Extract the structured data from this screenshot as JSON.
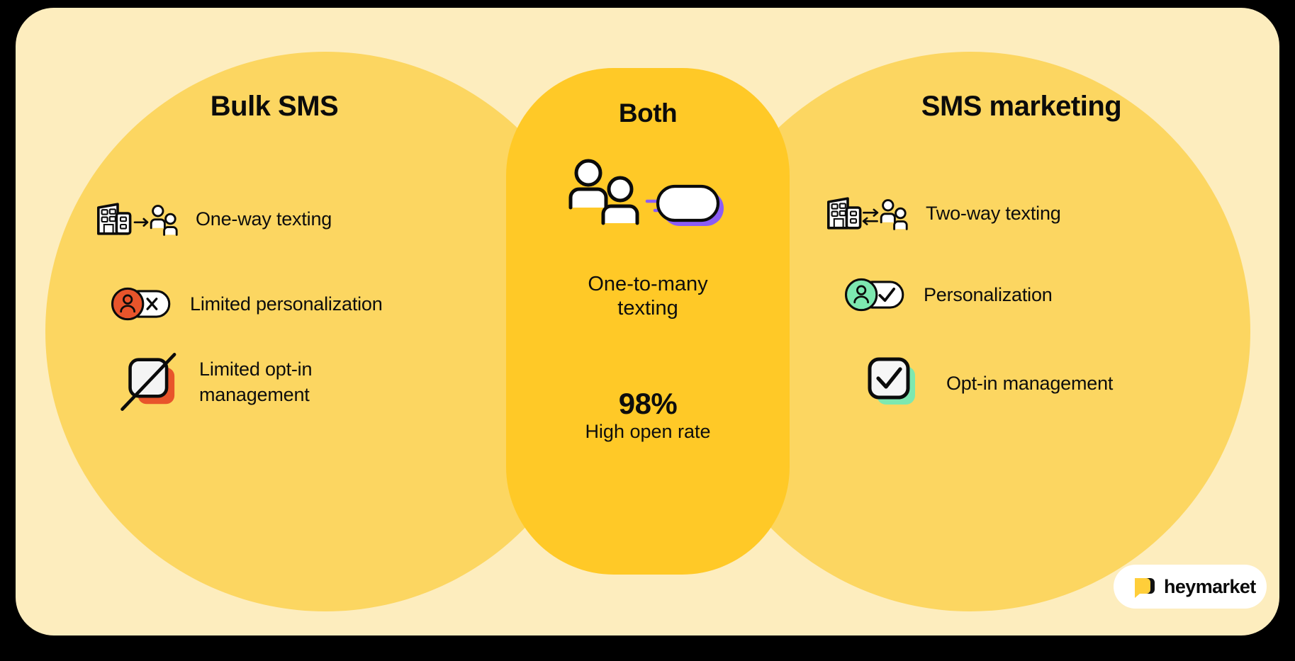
{
  "canvas": {
    "background": "#000000",
    "card_background": "#FDEDBE",
    "circle_color": "#FCD661",
    "center_color": "#FFC927"
  },
  "columns": {
    "left": {
      "title": "Bulk SMS",
      "features": [
        {
          "label": "One-way texting",
          "icon": "building-one-way-arrow-people-icon"
        },
        {
          "label": "Limited personalization",
          "icon": "toggle-off-person-x-icon"
        },
        {
          "label": "Limited opt-in\nmanagement",
          "icon": "checkbox-disabled-slash-icon"
        }
      ]
    },
    "center": {
      "title": "Both",
      "icon": "two-people-speech-bubble-icon",
      "subtitle": "One-to-many\ntexting",
      "stat_value": "98%",
      "stat_caption": "High open rate"
    },
    "right": {
      "title": "SMS marketing",
      "features": [
        {
          "label": "Two-way texting",
          "icon": "building-two-way-arrows-people-icon"
        },
        {
          "label": "Personalization",
          "icon": "toggle-on-person-check-icon"
        },
        {
          "label": "Opt-in management",
          "icon": "checkbox-checked-icon"
        }
      ]
    }
  },
  "brand": {
    "name": "heymarket",
    "logo_icon": "heymarket-speech-bubble-logo",
    "logo_yellow": "#FFCE3A",
    "logo_dark": "#111111"
  },
  "accents": {
    "negative": "#E8542B",
    "positive": "#7DE8B0",
    "bubble_purple": "#8B5CF6",
    "white": "#FFFFFF"
  }
}
